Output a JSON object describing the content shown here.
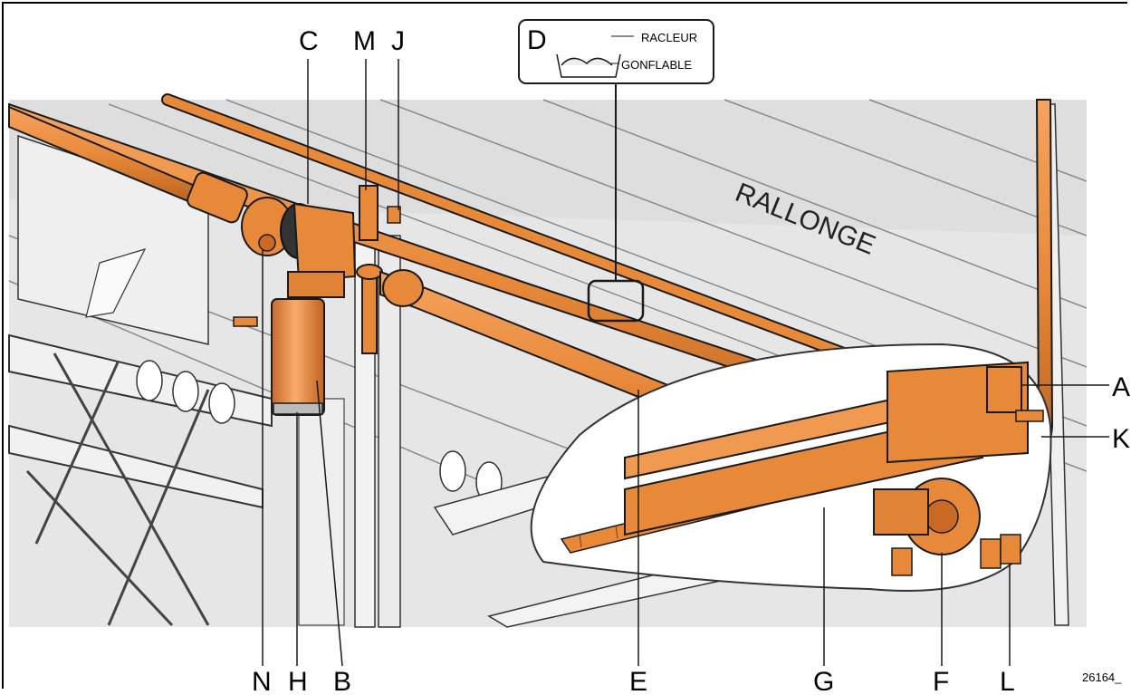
{
  "diagram": {
    "callouts": {
      "C": "C",
      "M": "M",
      "J": "J",
      "D": "D",
      "A": "A",
      "K": "K",
      "N": "N",
      "H": "H",
      "B": "B",
      "E": "E",
      "G": "G",
      "F": "F",
      "L": "L"
    },
    "inset": {
      "label_top": "RACLEUR",
      "label_bottom": "GONFLABLE"
    },
    "extension_word": "RALLONGE",
    "figure_number": "26164_"
  },
  "colors": {
    "tube": "#e8893a",
    "tube_dark": "#b8621f",
    "metal_light": "#d9d9d9",
    "metal_mid": "#c2c2c2",
    "outline": "#1a1a1a",
    "panel": "#f4f4f4"
  }
}
